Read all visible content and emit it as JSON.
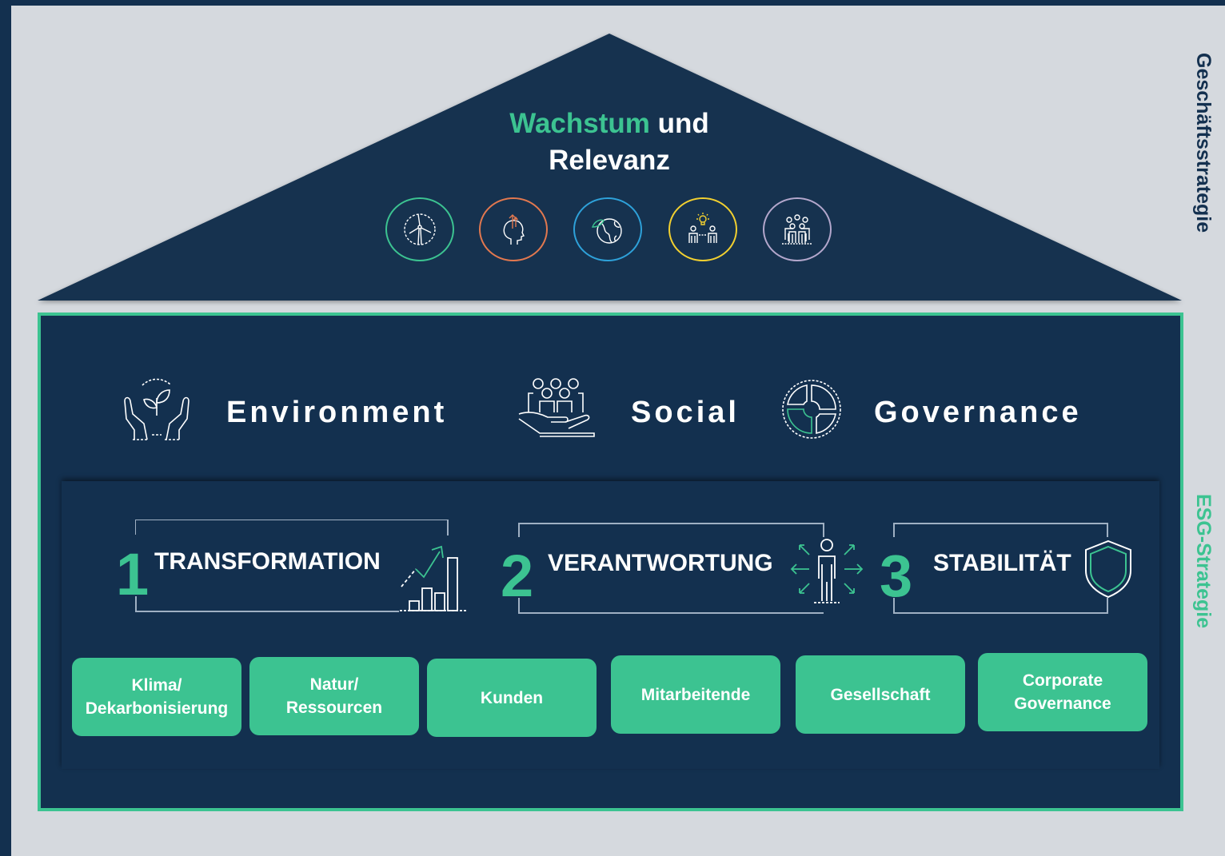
{
  "roof": {
    "title_accent": "Wachstum",
    "title_rest": " und",
    "title_line2": "Relevanz",
    "icons": [
      {
        "name": "wind-turbine-icon",
        "color": "#3cc391"
      },
      {
        "name": "head-growth-icon",
        "color": "#e2784f"
      },
      {
        "name": "globe-leaf-icon",
        "color": "#2ea1d9"
      },
      {
        "name": "people-idea-icon",
        "color": "#f2d030"
      },
      {
        "name": "team-icon",
        "color": "#b3a7cc"
      }
    ]
  },
  "esg": {
    "environment": "Environment",
    "social": "Social",
    "governance": "Governance"
  },
  "pillars": [
    {
      "number": "1",
      "label": "TRANSFORMATION",
      "icon": "growth-chart-icon"
    },
    {
      "number": "2",
      "label": "VERANTWORTUNG",
      "icon": "person-arrows-icon"
    },
    {
      "number": "3",
      "label": "STABILITÄT",
      "icon": "shield-icon"
    }
  ],
  "topics": [
    {
      "line1": "Klima/",
      "line2": "Dekarbonisierung"
    },
    {
      "line1": "Natur/",
      "line2": "Ressourcen"
    },
    {
      "line1": "Kunden",
      "line2": ""
    },
    {
      "line1": "Mitarbeitende",
      "line2": ""
    },
    {
      "line1": "Gesellschaft",
      "line2": ""
    },
    {
      "line1": "Corporate",
      "line2": "Governance"
    }
  ],
  "side_labels": {
    "business": "Geschäftsstrategie",
    "esg": "ESG-Strategie"
  },
  "colors": {
    "navy": "#13304f",
    "green": "#3cc391",
    "panel": "#d5d9de"
  }
}
